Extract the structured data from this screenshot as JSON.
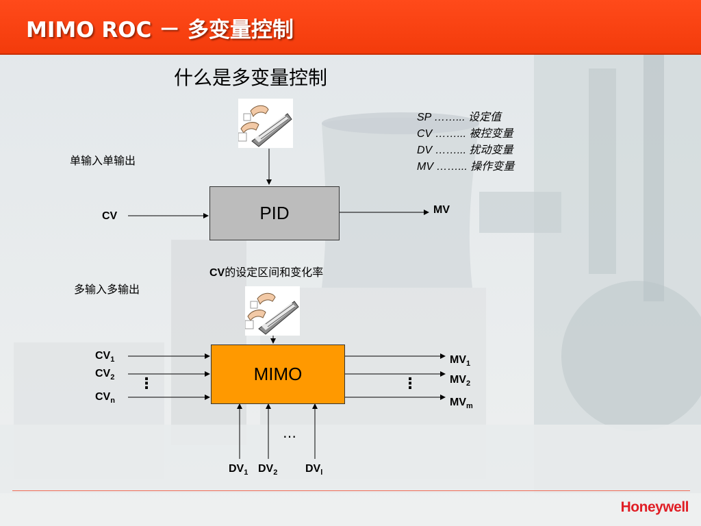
{
  "slide": {
    "title": "MIMO ROC － 多变量控制",
    "heading": "什么是多变量控制",
    "brand": "Honeywell"
  },
  "siso": {
    "label": "单输入单输出",
    "box_label": "PID",
    "input": "CV",
    "output": "MV"
  },
  "legend": [
    {
      "abbr": "SP",
      "dots": "……...",
      "meaning": "设定值"
    },
    {
      "abbr": "CV",
      "dots": "……...",
      "meaning": "被控变量"
    },
    {
      "abbr": "DV",
      "dots": "……...",
      "meaning": "扰动变量"
    },
    {
      "abbr": "MV",
      "dots": "……...",
      "meaning": "操作变量"
    }
  ],
  "mimo": {
    "label": "多输入多输出",
    "setpoint_note": "的设定区间和变化率",
    "setpoint_prefix": "CV",
    "box_label": "MIMO",
    "inputs": [
      {
        "name": "CV",
        "sub": "1"
      },
      {
        "name": "CV",
        "sub": "2"
      },
      {
        "name": "CV",
        "sub": "n"
      }
    ],
    "outputs": [
      {
        "name": "MV",
        "sub": "1"
      },
      {
        "name": "MV",
        "sub": "2"
      },
      {
        "name": "MV",
        "sub": "m"
      }
    ],
    "disturbances": [
      {
        "name": "DV",
        "sub": "1"
      },
      {
        "name": "DV",
        "sub": "2"
      },
      {
        "name": "DV",
        "sub": "l"
      }
    ],
    "ellipsis_horizontal": "…",
    "ellipsis_vertical": "⋮"
  },
  "colors": {
    "title_bar": "#f33b0b",
    "pid_box": "#bcbcbc",
    "mimo_box": "#ff9900",
    "brand": "#e01e25"
  },
  "icons": [
    "keyboard-hands-icon"
  ]
}
